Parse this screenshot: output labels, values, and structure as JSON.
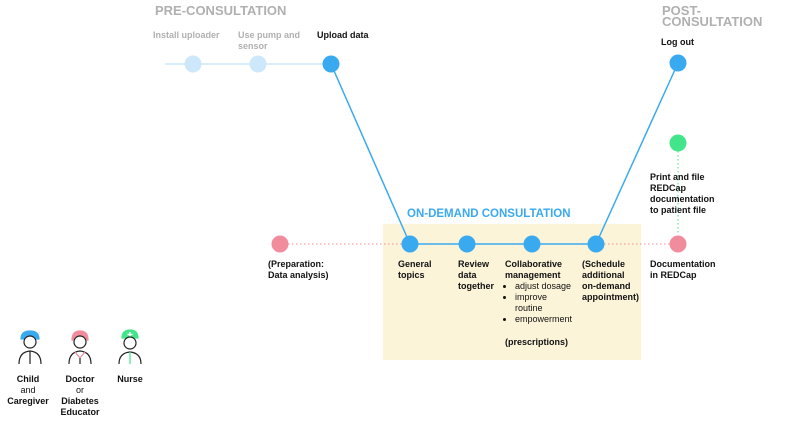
{
  "colors": {
    "blue": "#3aaaf0",
    "light_blue": "#cce8fa",
    "pink": "#f08c9c",
    "green": "#43e58a",
    "highlight_bg": "#fcf4d9",
    "faded_text": "#b0b0b0"
  },
  "phases": {
    "pre": "PRE-CONSULTATION",
    "post": "POST-CONSULTATION",
    "on_demand": "ON-DEMAND CONSULTATION"
  },
  "pre_steps": {
    "install": "Install uploader",
    "pump_line1": "Use pump and",
    "pump_line2": "sensor",
    "upload": "Upload data"
  },
  "post_steps": {
    "logout": "Log out",
    "print_line1": "Print and file",
    "print_line2": "REDCap",
    "print_line3": "documentation",
    "print_line4": "to patient file",
    "doc_line1": "Documentation",
    "doc_line2": "in REDCap"
  },
  "prep": {
    "line1": "(Preparation:",
    "line2": "Data analysis)"
  },
  "consult_steps": {
    "general_line1": "General",
    "general_line2": "topics",
    "review_line1": "Review",
    "review_line2": "data",
    "review_line3": "together",
    "collab_line1": "Collaborative",
    "collab_line2": "management",
    "bullet1": "adjust dosage",
    "bullet2a": "improve",
    "bullet2b": "routine",
    "bullet3": "empowerment",
    "prescriptions": "(prescriptions)",
    "schedule_line1": "(Schedule",
    "schedule_line2": "additional",
    "schedule_line3": "on-demand",
    "schedule_line4": "appointment)"
  },
  "legend": {
    "child_line1": "Child",
    "child_line2": "and",
    "child_line3": "Caregiver",
    "doctor_line1": "Doctor",
    "doctor_line2": "or",
    "doctor_line3": "Diabetes",
    "doctor_line4": "Educator",
    "nurse": "Nurse"
  },
  "icons": {
    "child": "child-caregiver-icon",
    "doctor": "doctor-icon",
    "nurse": "nurse-icon"
  }
}
